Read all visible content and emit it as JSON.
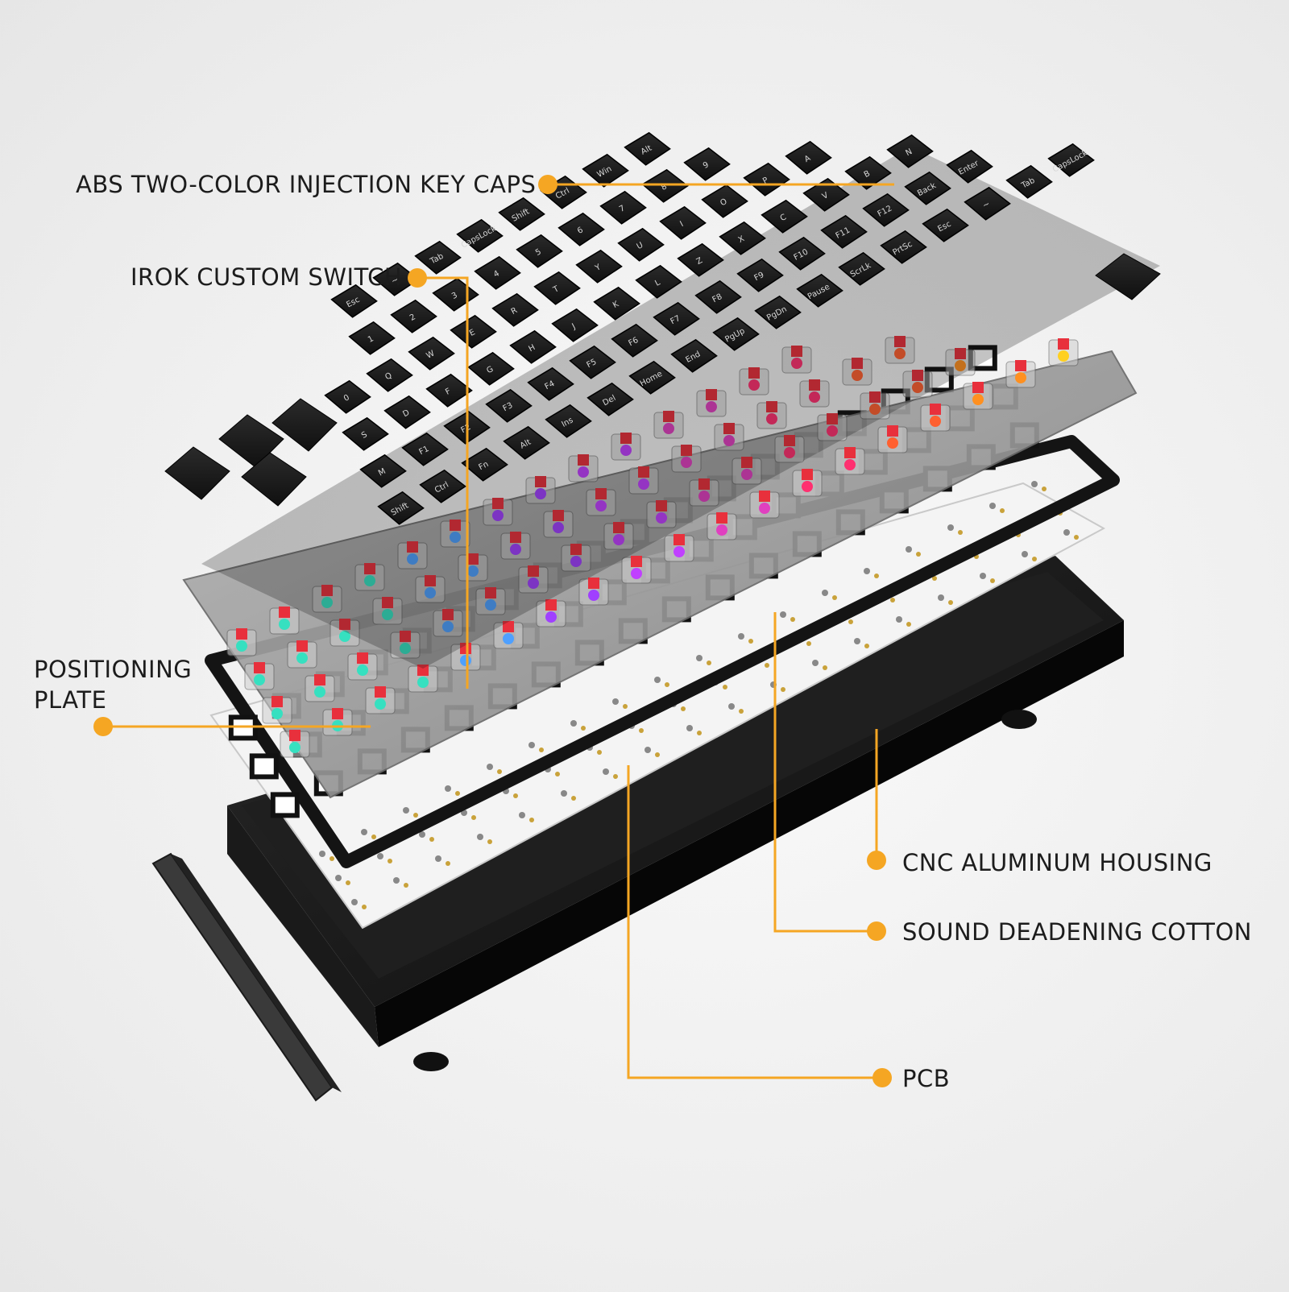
{
  "colors": {
    "accent": "#f5a623",
    "key": "#1b1b1b",
    "plate": "#8d8d8d",
    "pcb": "#f4f4f4",
    "housing": "#141414"
  },
  "callouts": {
    "keycaps": "ABS TWO-COLOR INJECTION KEY CAPS",
    "switch": "IROK CUSTOM SWITCH",
    "plate_line1": "POSITIONING",
    "plate_line2": "PLATE",
    "housing": "CNC ALUMINUM HOUSING",
    "cotton": "SOUND DEADENING COTTON",
    "pcb": "PCB"
  },
  "switch_colors": [
    "#36e0c0",
    "#36e0c0",
    "#4ea0ff",
    "#a040ff",
    "#c040ff",
    "#e040c0",
    "#ff3070",
    "#ff6030",
    "#ff9020",
    "#ffd020",
    "#f7e52a"
  ],
  "keycap_legends": [
    "Esc",
    "~",
    "Tab",
    "CapsLock",
    "Shift",
    "Ctrl",
    "Win",
    "Alt",
    "1",
    "2",
    "3",
    "4",
    "5",
    "6",
    "7",
    "8",
    "9",
    "0",
    "Q",
    "W",
    "E",
    "R",
    "T",
    "Y",
    "U",
    "I",
    "O",
    "P",
    "A",
    "S",
    "D",
    "F",
    "G",
    "H",
    "J",
    "K",
    "L",
    "Z",
    "X",
    "C",
    "V",
    "B",
    "N",
    "M",
    "F1",
    "F2",
    "F3",
    "F4",
    "F5",
    "F6",
    "F7",
    "F8",
    "F9",
    "F10",
    "F11",
    "F12",
    "Back",
    "Enter",
    "Shift",
    "Ctrl",
    "Fn",
    "Alt",
    "Ins",
    "Del",
    "Home",
    "End",
    "PgUp",
    "PgDn",
    "Pause",
    "ScrLk",
    "PrtSc"
  ]
}
